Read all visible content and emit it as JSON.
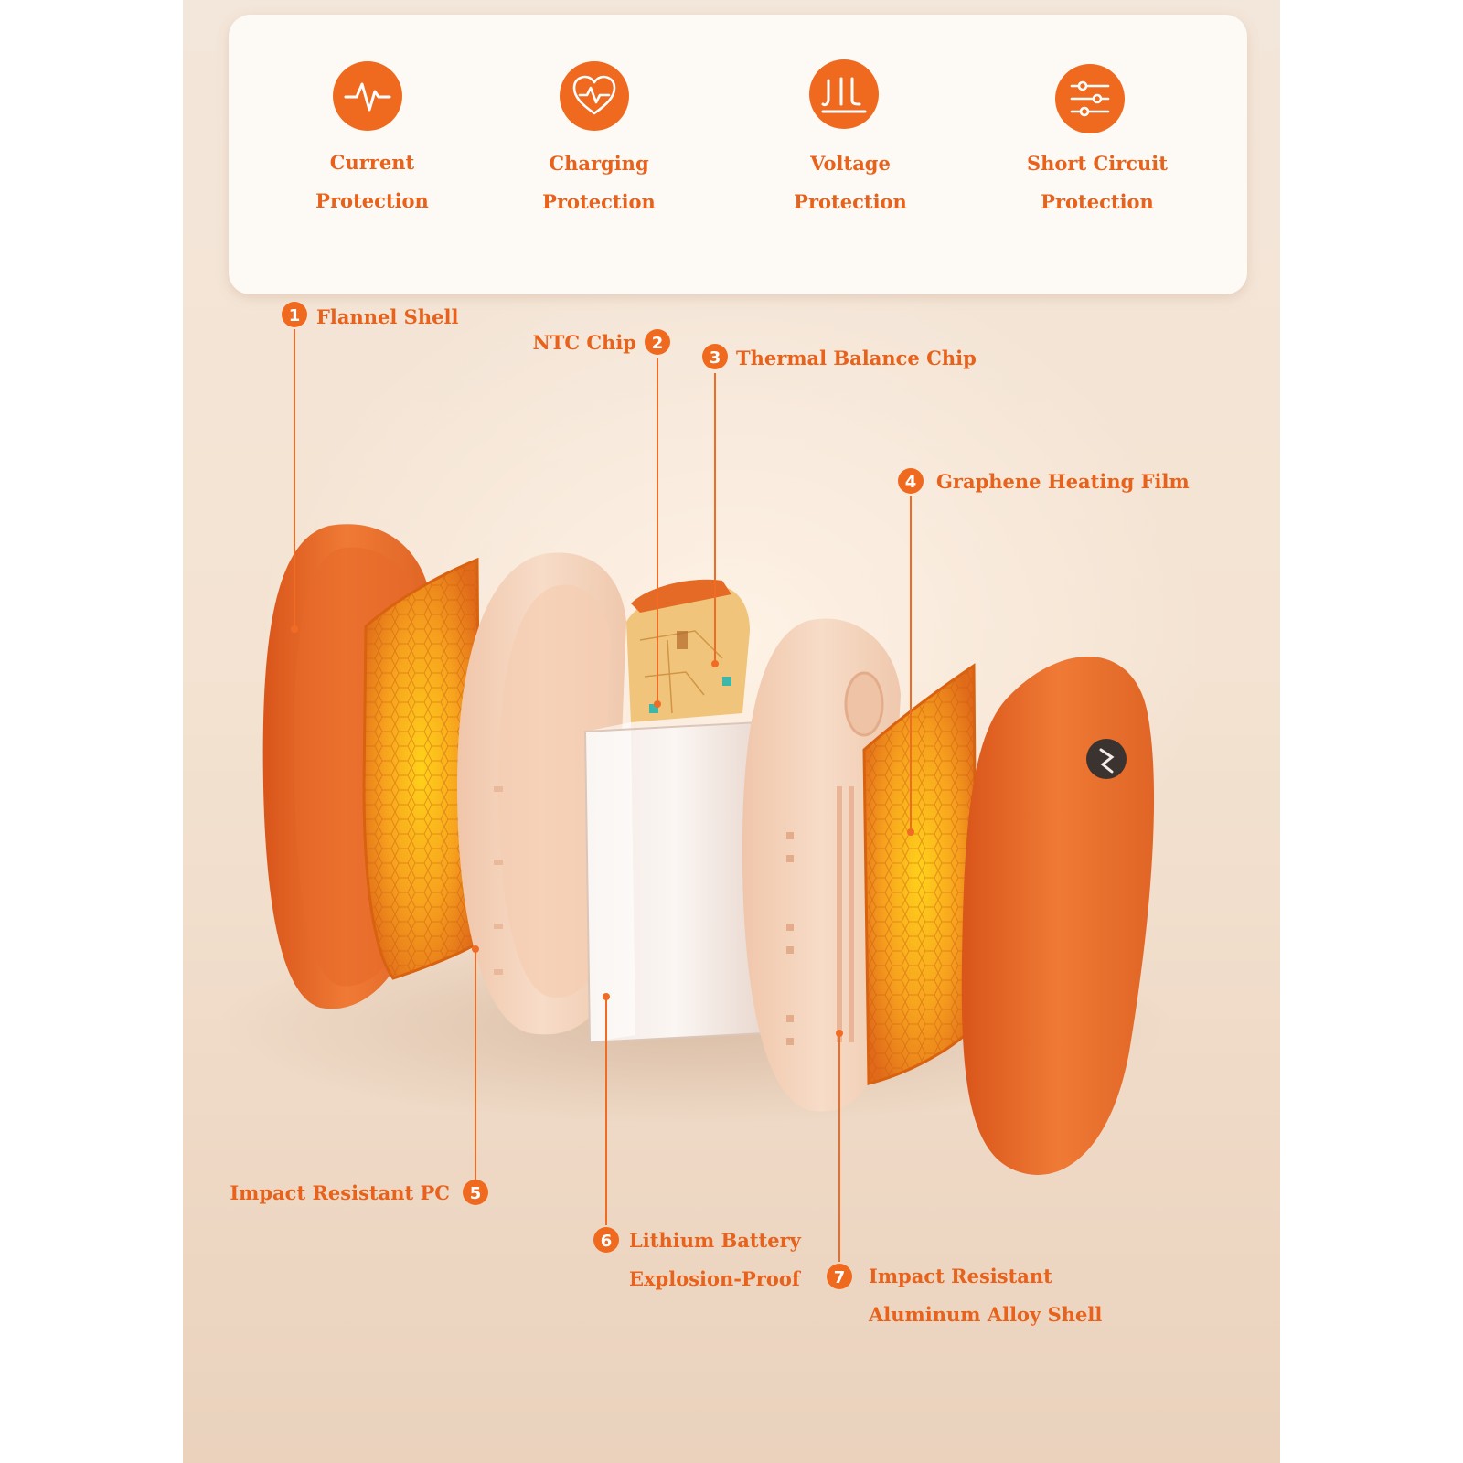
{
  "colors": {
    "accent": "#ef6a1f",
    "label_text": "#e8621c",
    "panel_bg": "#fdf9f5",
    "backdrop": "#efdccb"
  },
  "features": [
    {
      "icon": "waveform-icon",
      "line1": "Current",
      "line2": "Protection"
    },
    {
      "icon": "heart-shield-icon",
      "line1": "Charging",
      "line2": "Protection"
    },
    {
      "icon": "voltage-icon",
      "line1": "Voltage",
      "line2": "Protection"
    },
    {
      "icon": "sliders-icon",
      "line1": "Short Circuit",
      "line2": "Protection"
    }
  ],
  "callouts": [
    {
      "number": "1",
      "line1": "Flannel Shell",
      "line2": ""
    },
    {
      "number": "2",
      "line1": "NTC Chip",
      "line2": ""
    },
    {
      "number": "3",
      "line1": "Thermal Balance Chip",
      "line2": ""
    },
    {
      "number": "4",
      "line1": "Graphene Heating Film",
      "line2": ""
    },
    {
      "number": "5",
      "line1": "Impact Resistant PC",
      "line2": ""
    },
    {
      "number": "6",
      "line1": "Lithium Battery",
      "line2": "Explosion-Proof"
    },
    {
      "number": "7",
      "line1": "Impact Resistant",
      "line2": "Aluminum Alloy Shell"
    }
  ]
}
